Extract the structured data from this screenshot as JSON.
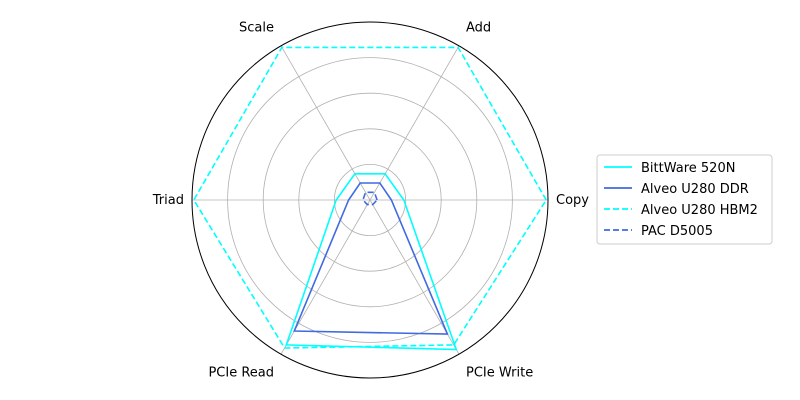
{
  "chart_data": {
    "type": "radar",
    "axes": [
      "Copy",
      "Add",
      "Scale",
      "Triad",
      "PCIe Read",
      "PCIe Write"
    ],
    "rmax": 1.0,
    "rings": [
      0.2,
      0.4,
      0.6,
      0.8
    ],
    "grid": true,
    "legend_position": "right",
    "series": [
      {
        "name": "BittWare 520N",
        "color": "#00ffff",
        "dash": "solid",
        "values": [
          0.19,
          0.17,
          0.17,
          0.19,
          0.94,
          0.97
        ]
      },
      {
        "name": "Alveo U280 DDR",
        "color": "#4169e1",
        "dash": "solid",
        "values": [
          0.12,
          0.11,
          0.11,
          0.12,
          0.85,
          0.87
        ]
      },
      {
        "name": "Alveo U280 HBM2",
        "color": "#00ffff",
        "dash": "dashed",
        "values": [
          0.99,
          0.99,
          0.99,
          0.99,
          0.96,
          0.94
        ]
      },
      {
        "name": "PAC D5005",
        "color": "#4169e1",
        "dash": "dashed",
        "values": [
          0.04,
          0.05,
          0.05,
          0.04,
          0.03,
          0.03
        ]
      }
    ]
  }
}
